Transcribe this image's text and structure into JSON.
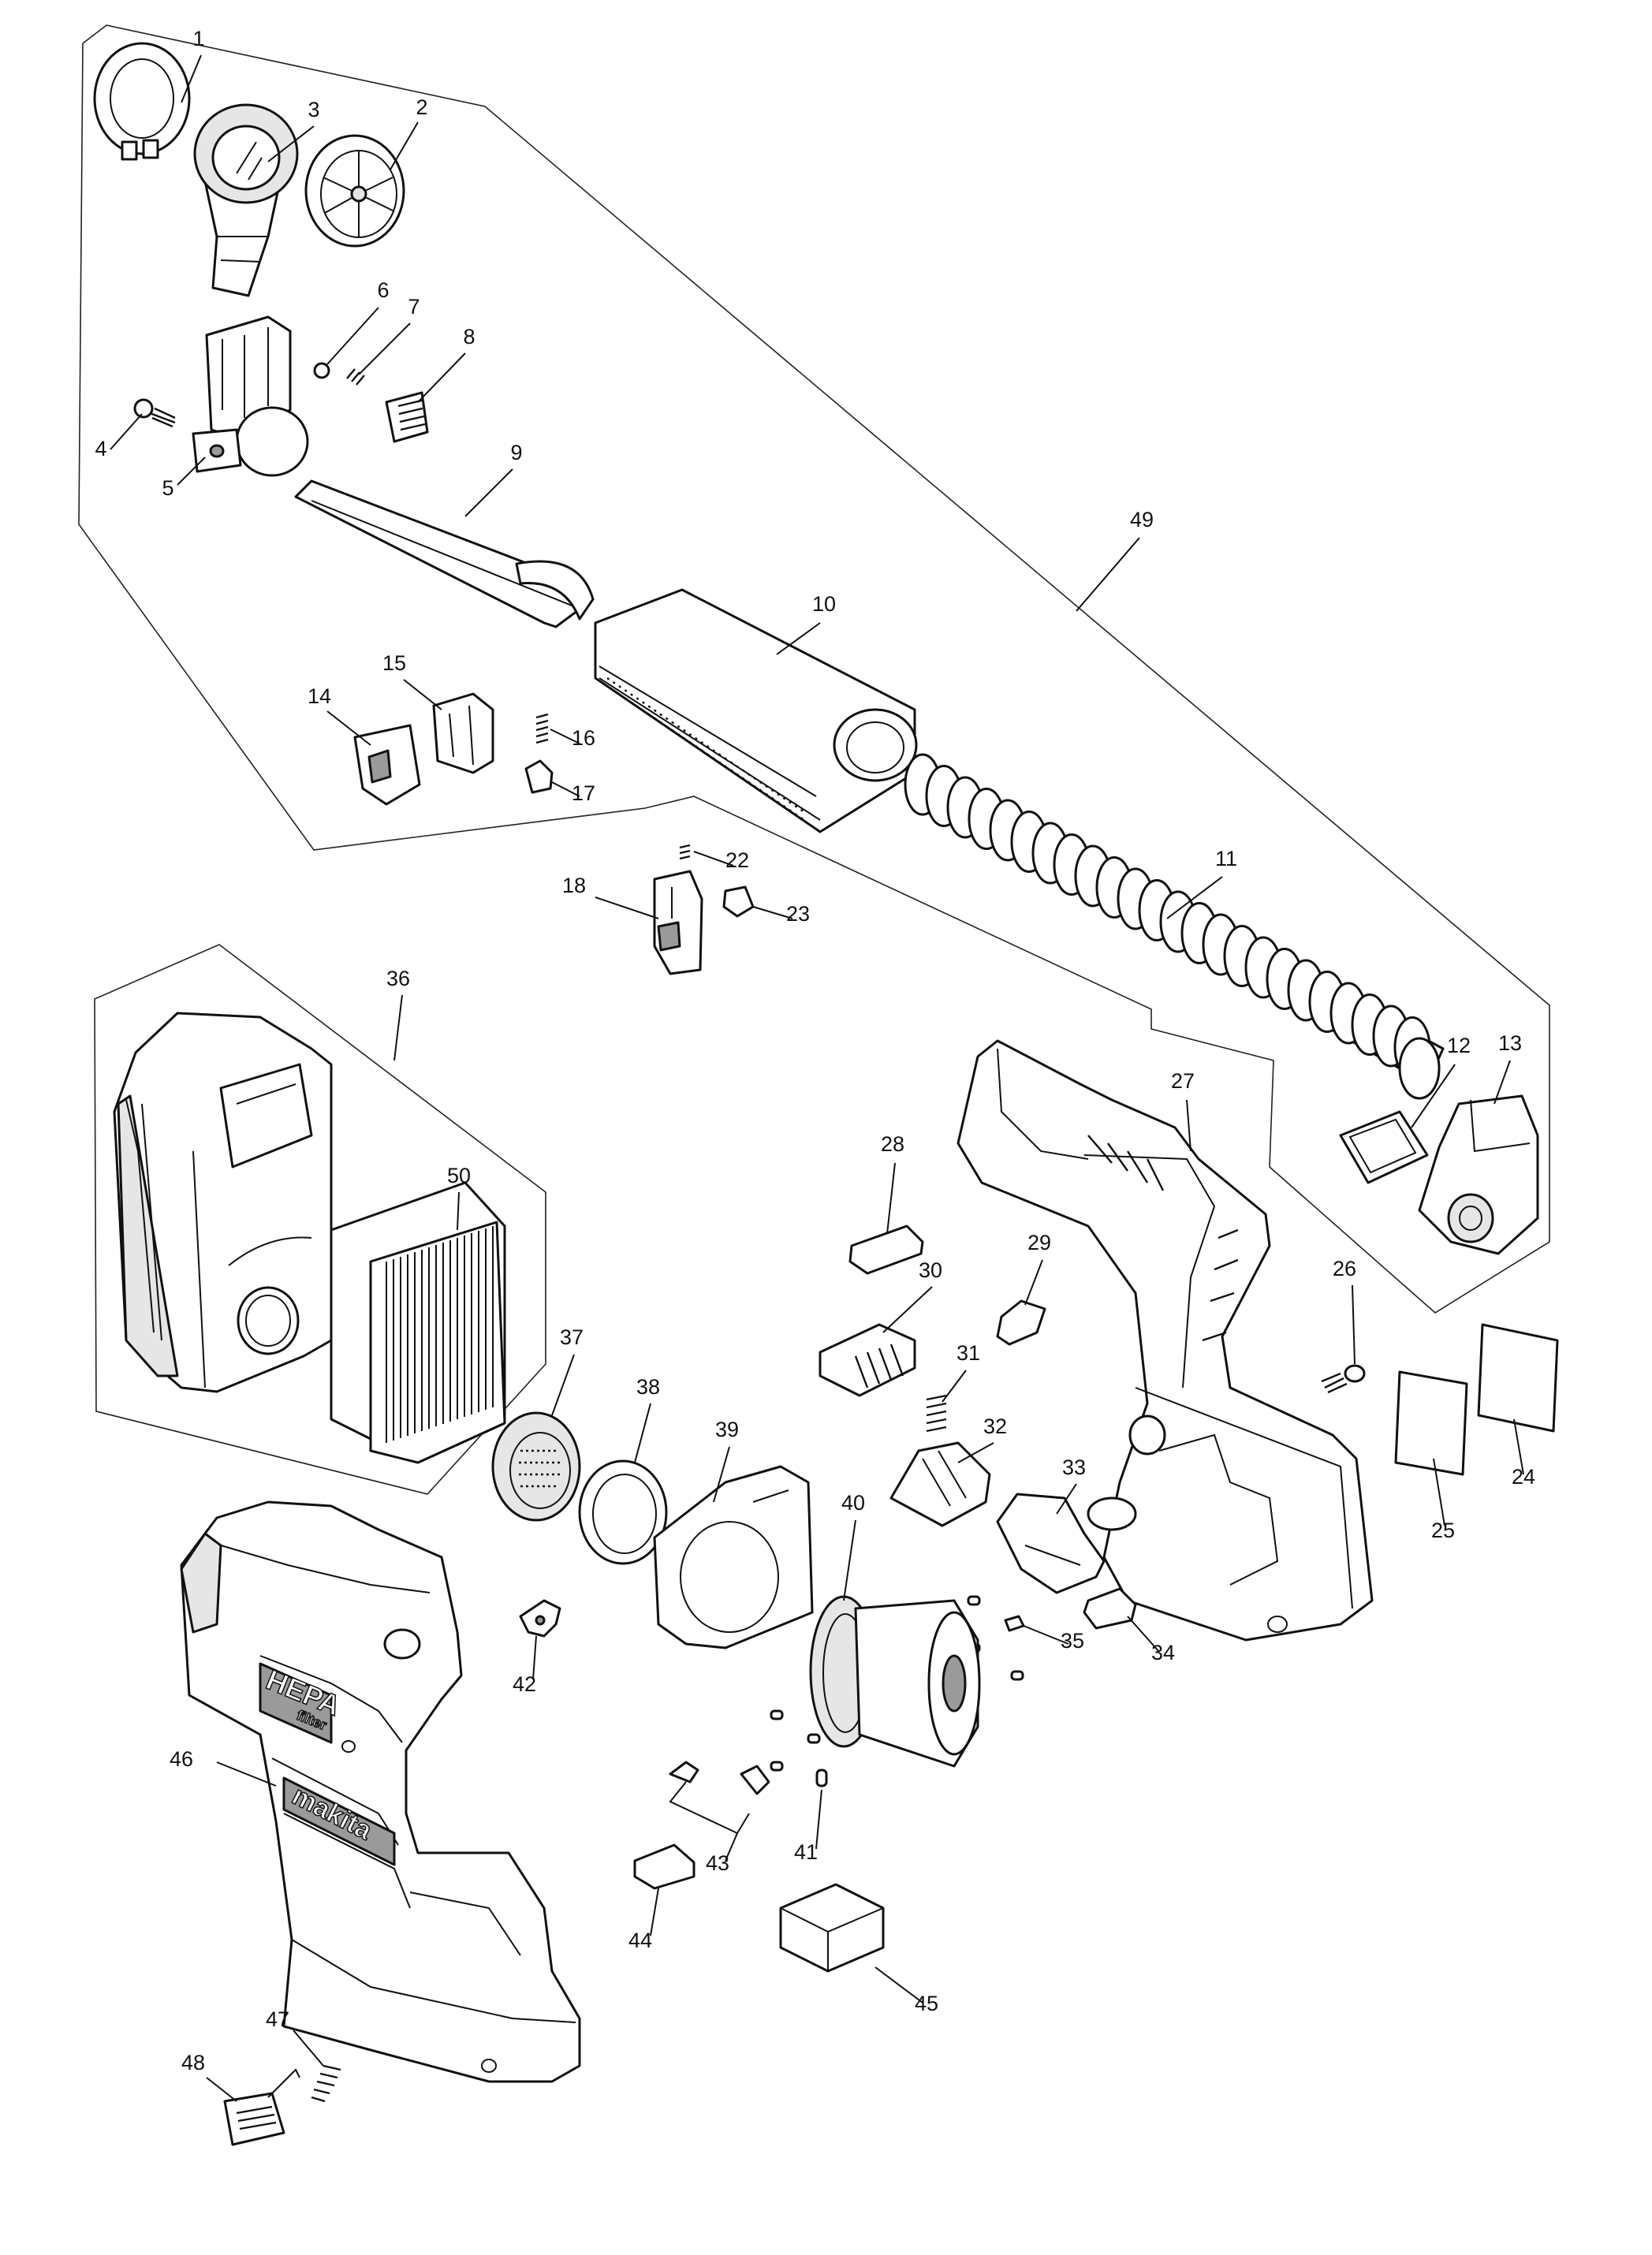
{
  "diagram": {
    "type": "exploded-parts-view",
    "parts": [
      {
        "no": "1"
      },
      {
        "no": "2"
      },
      {
        "no": "3"
      },
      {
        "no": "4"
      },
      {
        "no": "5"
      },
      {
        "no": "6"
      },
      {
        "no": "7"
      },
      {
        "no": "8"
      },
      {
        "no": "9"
      },
      {
        "no": "10"
      },
      {
        "no": "11"
      },
      {
        "no": "12"
      },
      {
        "no": "13"
      },
      {
        "no": "14"
      },
      {
        "no": "15"
      },
      {
        "no": "16"
      },
      {
        "no": "17"
      },
      {
        "no": "18"
      },
      {
        "no": "22"
      },
      {
        "no": "23"
      },
      {
        "no": "24"
      },
      {
        "no": "25"
      },
      {
        "no": "26"
      },
      {
        "no": "27"
      },
      {
        "no": "28"
      },
      {
        "no": "29"
      },
      {
        "no": "30"
      },
      {
        "no": "31"
      },
      {
        "no": "32"
      },
      {
        "no": "33"
      },
      {
        "no": "34"
      },
      {
        "no": "35"
      },
      {
        "no": "36"
      },
      {
        "no": "37"
      },
      {
        "no": "38"
      },
      {
        "no": "39"
      },
      {
        "no": "40"
      },
      {
        "no": "41"
      },
      {
        "no": "42"
      },
      {
        "no": "43"
      },
      {
        "no": "44"
      },
      {
        "no": "45"
      },
      {
        "no": "46"
      },
      {
        "no": "47"
      },
      {
        "no": "48"
      },
      {
        "no": "49"
      },
      {
        "no": "50"
      }
    ],
    "housing_marking": {
      "line1": "HEPA",
      "line2": "filter",
      "logo": "makita"
    }
  }
}
